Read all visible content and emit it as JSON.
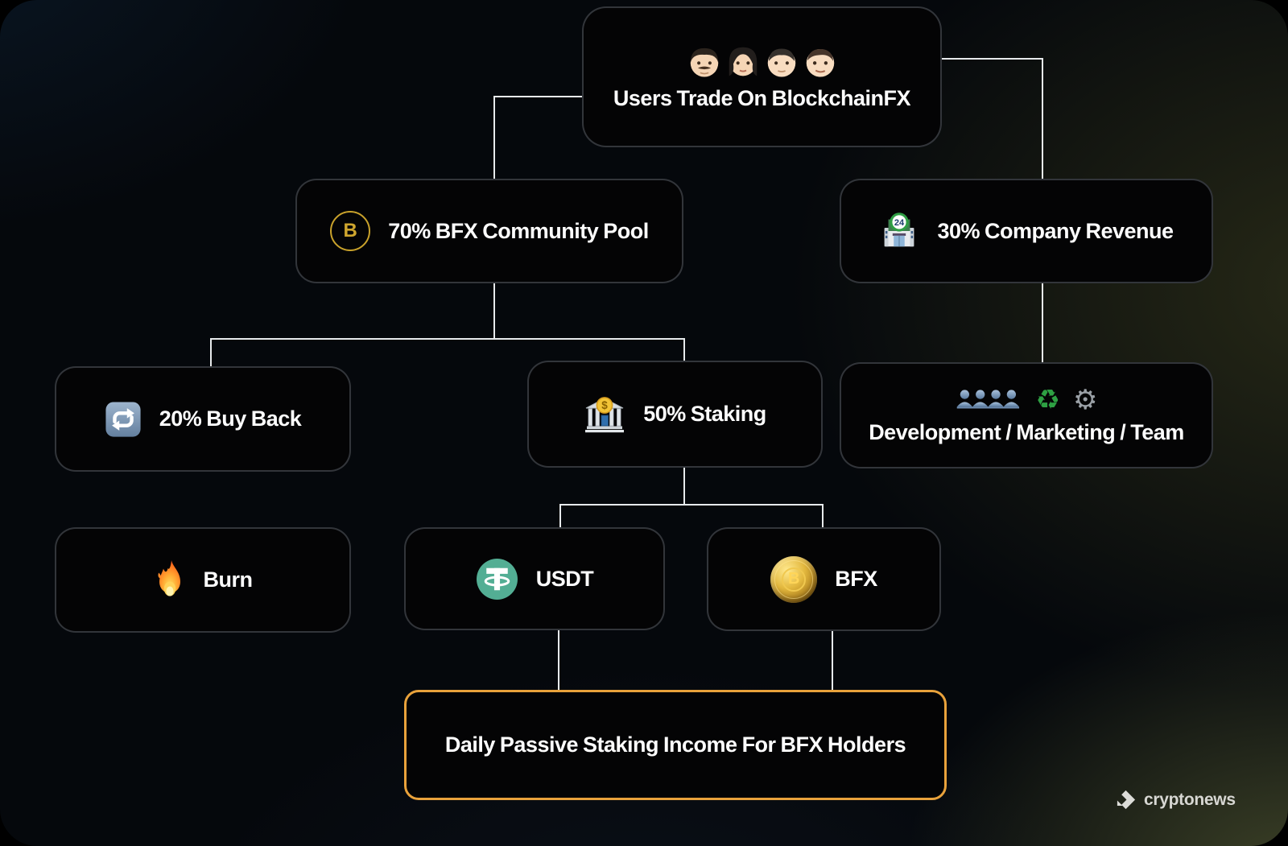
{
  "diagram": {
    "title_node": "Users Trade On BlockchainFX",
    "nodes": {
      "users": {
        "label": "Users Trade On BlockchainFX",
        "icons": [
          "man-emoji",
          "woman-emoji",
          "person-emoji",
          "boy-emoji"
        ]
      },
      "pool": {
        "label": "70% BFX Community Pool",
        "icon": "bfx-ring-logo",
        "monogram": "B"
      },
      "revenue": {
        "label": "30% Company Revenue",
        "icon": "store-24h-emoji",
        "badge": "24"
      },
      "buyback": {
        "label": "20% Buy Back",
        "icon": "repeat-emoji"
      },
      "staking": {
        "label": "50% Staking",
        "icon": "bank-emoji",
        "coin_symbol": "$"
      },
      "devteam": {
        "label": "Development / Marketing / Team",
        "icons": [
          "busts-emoji",
          "recycle-emoji",
          "gear-emoji"
        ],
        "recycle_glyph": "♻",
        "gear_glyph": "⚙"
      },
      "burn": {
        "label": "Burn",
        "icon": "fire-emoji"
      },
      "usdt": {
        "label": "USDT",
        "icon": "tether-logo"
      },
      "bfx": {
        "label": "BFX",
        "icon": "bfx-gold-coin",
        "monogram": "B"
      },
      "daily": {
        "label": "Daily Passive Staking Income For BFX Holders"
      }
    },
    "edges": [
      {
        "from": "users",
        "to": "pool"
      },
      {
        "from": "users",
        "to": "revenue"
      },
      {
        "from": "pool",
        "to": "buyback"
      },
      {
        "from": "pool",
        "to": "staking"
      },
      {
        "from": "revenue",
        "to": "devteam"
      },
      {
        "from": "buyback",
        "to": "burn"
      },
      {
        "from": "staking",
        "to": "usdt"
      },
      {
        "from": "staking",
        "to": "bfx"
      },
      {
        "from": "usdt",
        "to": "daily"
      },
      {
        "from": "bfx",
        "to": "daily"
      }
    ],
    "colors": {
      "highlight_border": "#E9A23B",
      "box_background": "#040405",
      "connector": "#E7EAEC",
      "tether_teal": "#53AE94",
      "gold": "#C9A22B"
    }
  },
  "watermark": {
    "brand": "cryptonews"
  }
}
